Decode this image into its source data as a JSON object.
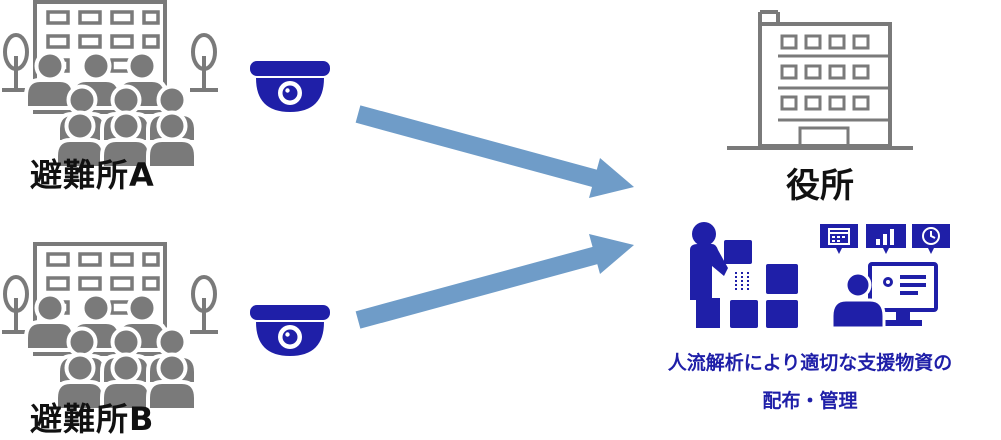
{
  "shelter_a": {
    "label": "避難所A"
  },
  "shelter_b": {
    "label": "避難所B"
  },
  "office": {
    "label": "役所"
  },
  "caption": {
    "line1": "人流解析により適切な支援物資の",
    "line2": "配布・管理"
  },
  "icons": [
    "shelter-building-icon",
    "tree-icon",
    "crowd-icon",
    "security-camera-icon",
    "arrow-icon",
    "office-building-icon",
    "worker-boxes-icon",
    "calendar-icon",
    "bar-chart-icon",
    "clock-icon",
    "monitor-person-icon"
  ],
  "colors": {
    "gray": "#7a7a7a",
    "navy": "#1f1fa8",
    "arrow": "#6f9cc8",
    "text": "#111111"
  }
}
